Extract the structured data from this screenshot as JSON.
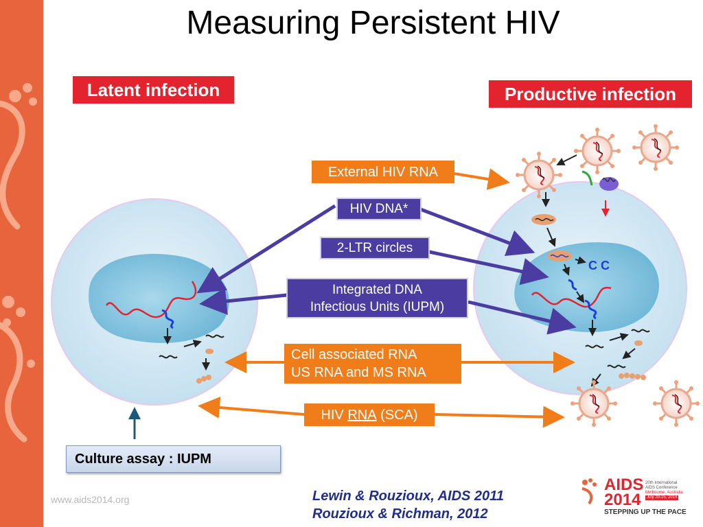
{
  "slide": {
    "title": "Measuring Persistent HIV"
  },
  "labels": {
    "latent": "Latent infection",
    "productive": "Productive infection",
    "external_rna": "External HIV RNA",
    "hiv_dna": "HIV DNA*",
    "ltr_circles": "2-LTR circles",
    "integrated_line1": "Integrated DNA",
    "integrated_line2": "Infectious Units (IUPM)",
    "cell_rna_line1": "Cell associated RNA",
    "cell_rna_line2": "US RNA and MS RNA",
    "sca_prefix": "HIV ",
    "sca_underlined": "RNA",
    "sca_suffix": " (SCA)"
  },
  "culture_assay": "Culture assay : IUPM",
  "footer": {
    "url": "www.aids2014.org",
    "ref1": "Lewin & Rouzioux, AIDS 2011",
    "ref2": "Rouzioux & Richman, 2012"
  },
  "logo": {
    "word": "AIDS",
    "year": "2014",
    "line1": "20th International",
    "line2": "AIDS Conference",
    "line3": "Melbourne, Australia",
    "line4": "July 20-25, 2014",
    "tagline": "STEPPING UP THE PACE"
  },
  "colors": {
    "sidebar": "#e8643c",
    "label_red": "#e3232e",
    "label_orange": "#f07d1a",
    "label_purple": "#4a3ca0",
    "arrow_purple": "#4a3ca0",
    "arrow_orange": "#f07d1a",
    "arrow_teal": "#1b5a78",
    "cell": "#d2e8f4",
    "nucleus": "#7fc0dc"
  }
}
